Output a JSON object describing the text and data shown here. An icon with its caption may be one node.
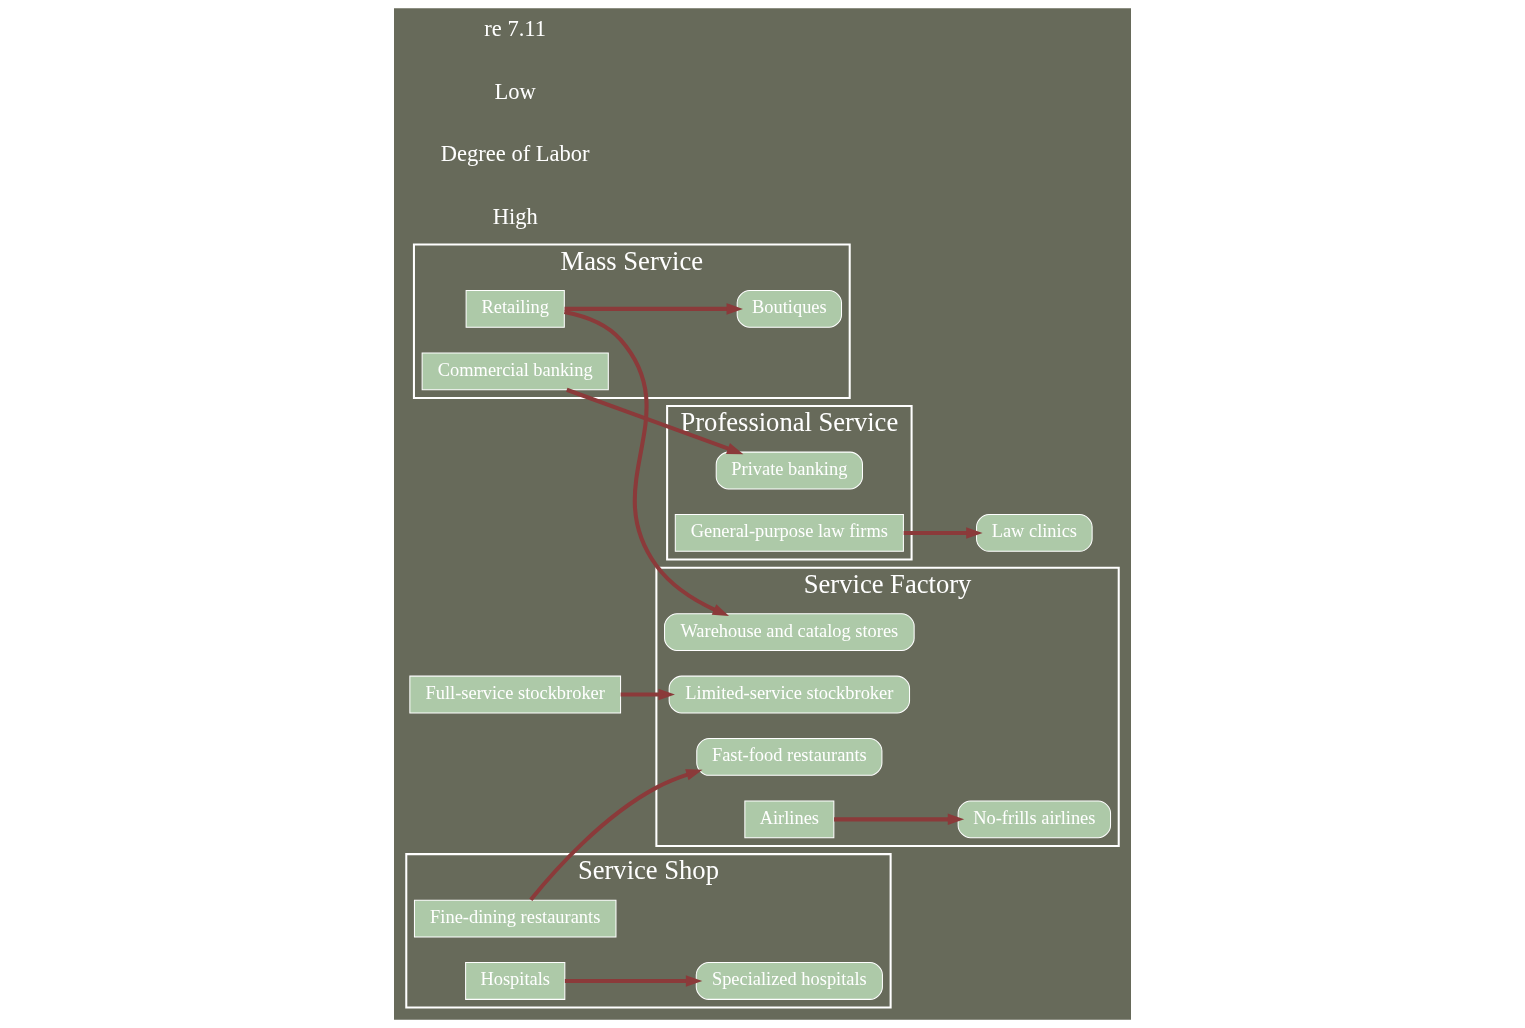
{
  "diagram": {
    "nodes": [
      {
        "text": [
          "Mass Service"
        ]
      },
      {
        "text": [
          "Professional Service"
        ]
      },
      {
        "text": [
          "Private banking"
        ],
        "in": 1
      },
      {
        "text": [
          "Commercial banking"
        ],
        "in": 0
      },
      {
        "text": [
          "General-purpose law firms"
        ],
        "in": 1
      },
      {
        "text": [
          "Full-service stockbroker"
        ]
      },
      {
        "text": [
          "Boutiques"
        ],
        "in": 0
      },
      {
        "text": [
          "Retailing"
        ],
        "in": 0
      },
      {
        "text": [
          "Service Factory"
        ]
      },
      {
        "text": [
          "Law clinics"
        ]
      },
      {
        "text": [
          "Service Shop"
        ]
      },
      {
        "text": [
          "Limited-service stockbroker"
        ],
        "in": 8
      },
      {
        "text": [
          "Specialized hospitals"
        ],
        "in": 10
      },
      {
        "text": [
          "Warehouse and catalog stores"
        ],
        "in": 8
      },
      {
        "text": [
          "Fast-food restaurants"
        ],
        "in": 8
      },
      {
        "text": [
          "Fine-dining restaurants"
        ],
        "in": 10
      },
      {
        "text": [
          "Hospitals"
        ],
        "in": 10
      },
      {
        "text": [
          "Airlines"
        ],
        "in": 8
      },
      {
        "text": [
          "No-frills airlines"
        ],
        "in": 8
      }
    ],
    "edges": [
      {
        "from": 3,
        "to": 2,
        "arrow": "to"
      },
      {
        "from": 7,
        "to": 6,
        "arrow": "to"
      },
      {
        "from": 7,
        "to": 13,
        "arrow": "to"
      },
      {
        "from": 5,
        "to": 11,
        "arrow": "to"
      },
      {
        "from": 4,
        "to": 9,
        "arrow": "to"
      },
      {
        "from": 16,
        "to": 12,
        "arrow": "to"
      },
      {
        "from": 15,
        "to": 14,
        "arrow": "to"
      },
      {
        "from": 17,
        "to": 18,
        "arrow": "to"
      }
    ],
    "labels": [
      "High",
      "Degree of Labor",
      "Low",
      "re 7.11"
    ]
  }
}
